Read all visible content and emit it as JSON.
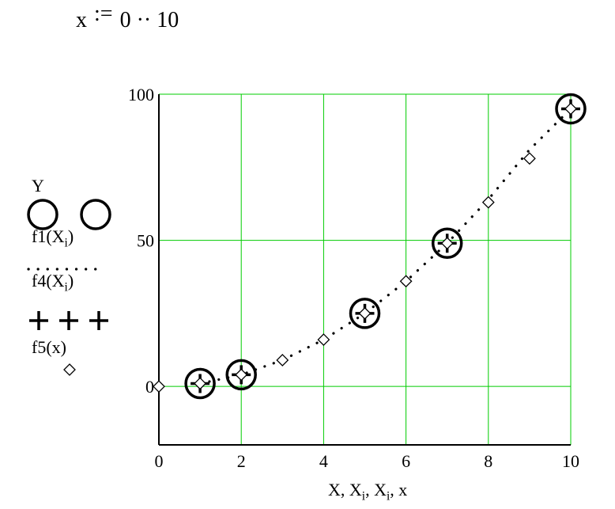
{
  "definition": {
    "variable": "x",
    "assign": ":=",
    "range_start": "0",
    "range_sep": "··",
    "range_end": "10"
  },
  "legend": {
    "labels": [
      {
        "text": "Y",
        "sub": "",
        "tail": ""
      },
      {
        "text": "f1(X",
        "sub": "i",
        "tail": ")"
      },
      {
        "text": "f4(X",
        "sub": "i",
        "tail": ")"
      },
      {
        "text": "f5(x)",
        "sub": "",
        "tail": ""
      }
    ]
  },
  "chart_data": {
    "type": "scatter",
    "xlabel_parts": [
      {
        "text": "X, X",
        "sub": "i"
      },
      {
        "text": ", X",
        "sub": "i"
      },
      {
        "text": ", x",
        "sub": ""
      }
    ],
    "xlim": [
      0,
      10
    ],
    "ylim": [
      -20,
      100
    ],
    "x_ticks": [
      "0",
      "2",
      "4",
      "6",
      "8",
      "10"
    ],
    "y_ticks": [
      "0",
      "50",
      "100"
    ],
    "grid": true,
    "grid_color": "#00cc00",
    "series": [
      {
        "name": "Y",
        "marker": "circle",
        "color": "#000000",
        "points": [
          [
            1,
            1
          ],
          [
            2,
            4
          ],
          [
            5,
            25
          ],
          [
            7,
            49
          ],
          [
            10,
            95
          ]
        ]
      },
      {
        "name": "f1(X",
        "marker": "dotted-line",
        "color": "#000000",
        "points": [
          [
            1,
            1
          ],
          [
            2,
            4
          ],
          [
            3,
            9
          ],
          [
            4,
            16
          ],
          [
            5,
            25
          ],
          [
            6,
            36
          ],
          [
            7,
            49
          ],
          [
            8,
            64
          ],
          [
            9,
            81
          ],
          [
            10,
            95
          ]
        ]
      },
      {
        "name": "f4(X",
        "marker": "cross",
        "color": "#000000",
        "points": [
          [
            1,
            1
          ],
          [
            2,
            4
          ],
          [
            5,
            25
          ],
          [
            7,
            49
          ],
          [
            10,
            95
          ]
        ]
      },
      {
        "name": "f5(x)",
        "marker": "diamond",
        "color": "#000000",
        "points": [
          [
            0,
            0
          ],
          [
            1,
            1
          ],
          [
            2,
            4
          ],
          [
            3,
            9
          ],
          [
            4,
            16
          ],
          [
            5,
            25
          ],
          [
            6,
            36
          ],
          [
            7,
            49
          ],
          [
            8,
            63
          ],
          [
            9,
            78
          ],
          [
            10,
            95
          ]
        ]
      }
    ]
  }
}
